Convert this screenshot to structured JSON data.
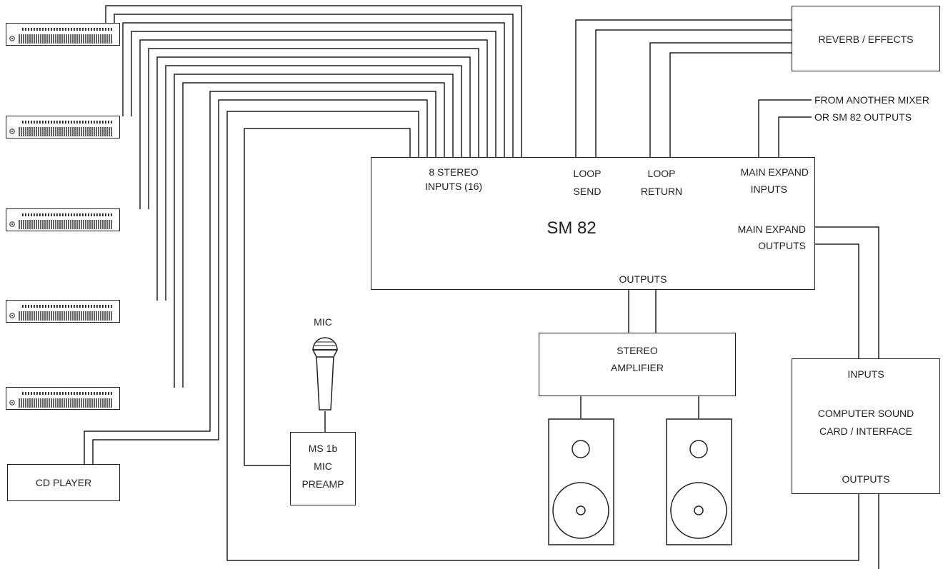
{
  "diagram": {
    "sm82": {
      "title": "SM 82",
      "stereo_inputs": [
        "8 STEREO",
        "INPUTS (16)"
      ],
      "loop_send": [
        "LOOP",
        "SEND"
      ],
      "loop_return": [
        "LOOP",
        "RETURN"
      ],
      "main_expand_inputs": [
        "MAIN EXPAND",
        "INPUTS"
      ],
      "main_expand_outputs": [
        "MAIN EXPAND",
        "OUTPUTS"
      ],
      "outputs": "OUTPUTS"
    },
    "reverb": "REVERB / EFFECTS",
    "from_another_mixer": [
      "FROM ANOTHER MIXER",
      "OR SM 82 OUTPUTS"
    ],
    "cd_player": "CD PLAYER",
    "mic": "MIC",
    "preamp": [
      "MS 1b",
      "MIC",
      "PREAMP"
    ],
    "amplifier": [
      "STEREO",
      "AMPLIFIER"
    ],
    "computer": {
      "inputs": "INPUTS",
      "name": [
        "COMPUTER SOUND",
        "CARD / INTERFACE"
      ],
      "outputs": "OUTPUTS"
    },
    "rack_units": [
      "rack-unit-1",
      "rack-unit-2",
      "rack-unit-3",
      "rack-unit-4",
      "rack-unit-5"
    ],
    "colors": {
      "line": "#231f20",
      "background": "#ffffff"
    }
  }
}
